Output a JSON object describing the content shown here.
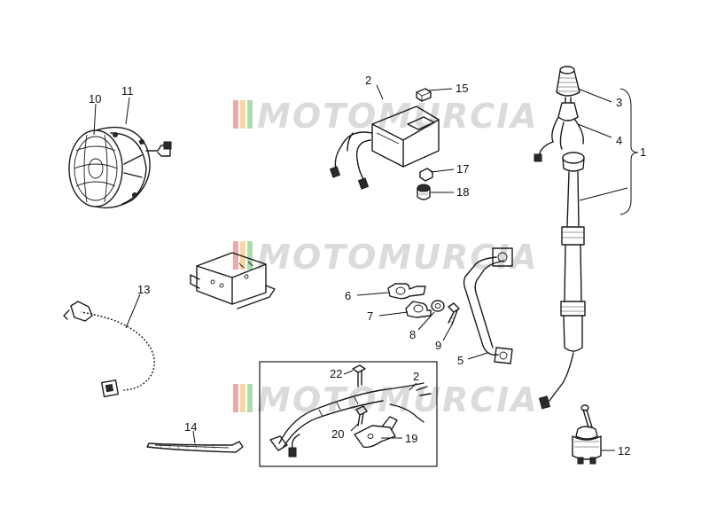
{
  "watermark": {
    "text": "MOTOMURCIA",
    "colors": [
      "#d9534f",
      "#f0ad4e",
      "#5cb85c"
    ]
  },
  "labels": {
    "l1": "1",
    "l2": "2",
    "l2b": "2",
    "l3": "3",
    "l4": "4",
    "l5": "5",
    "l6": "6",
    "l7": "7",
    "l8": "8",
    "l9": "9",
    "l10": "10",
    "l11": "11",
    "l12": "12",
    "l13": "13",
    "l14": "14",
    "l15": "15",
    "l17": "17",
    "l18": "18",
    "l19": "19",
    "l20": "20",
    "l22": "22"
  },
  "colors": {
    "line": "#1a1a1a",
    "background": "#ffffff",
    "watermark_gray": "#d8d8d8"
  }
}
